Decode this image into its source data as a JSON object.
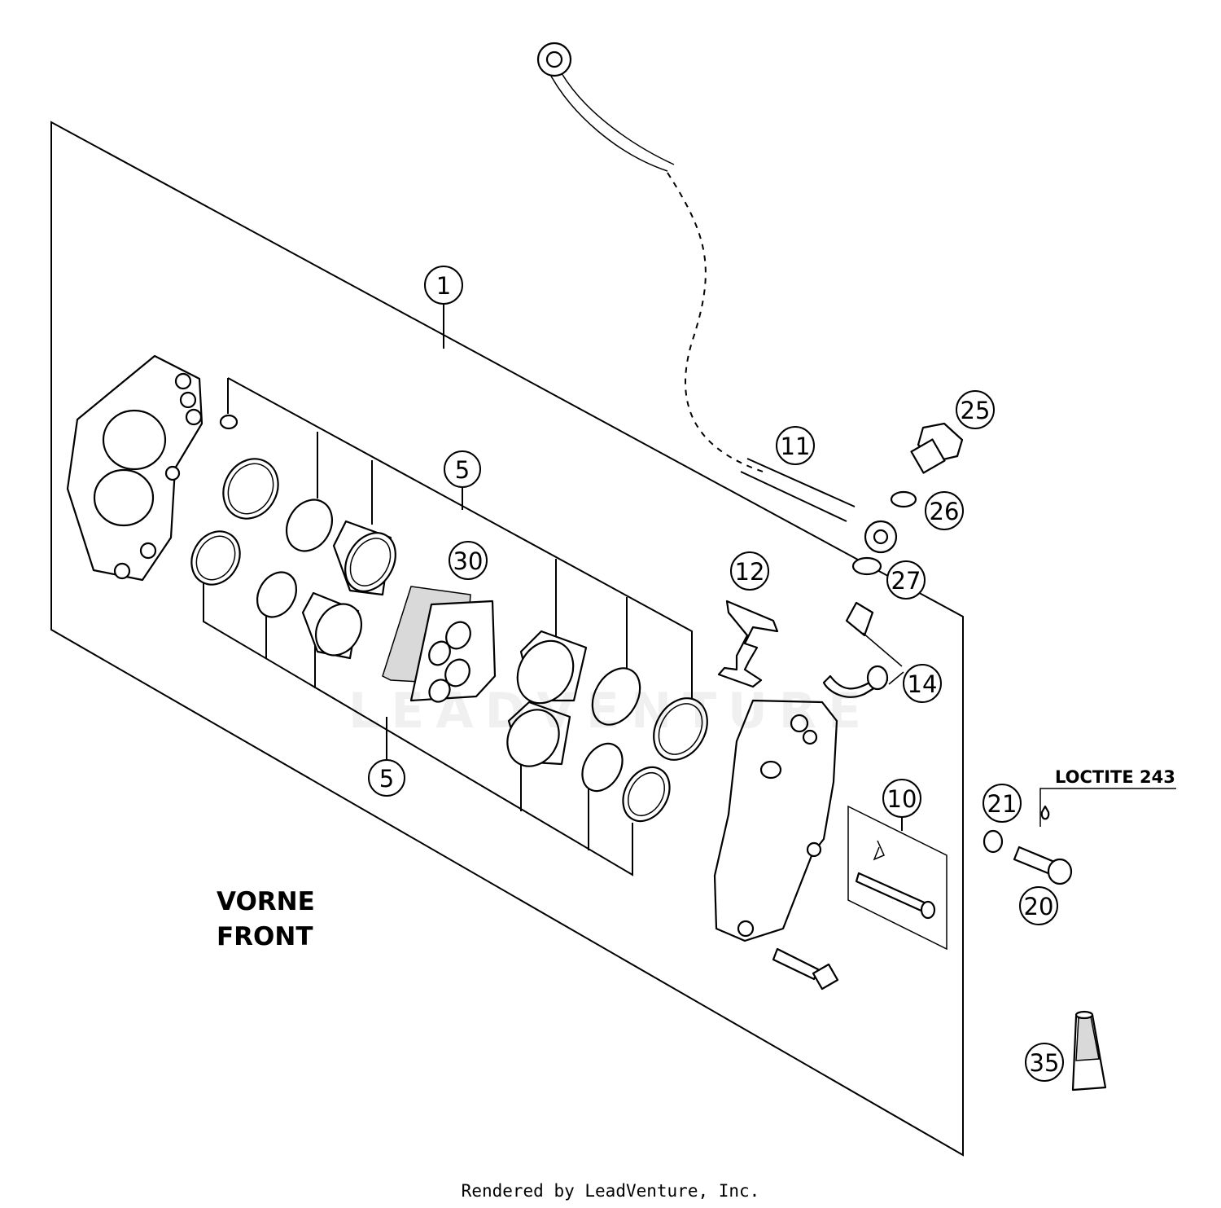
{
  "diagram": {
    "callouts": [
      "1",
      "5",
      "5",
      "30",
      "11",
      "25",
      "26",
      "27",
      "12",
      "14",
      "10",
      "21",
      "20",
      "35"
    ],
    "loctite_label": "LOCTITE 243",
    "view_label_de": "VORNE",
    "view_label_en": "FRONT",
    "watermark": "LEADVENTURE"
  },
  "footer": {
    "rendered_by": "Rendered by LeadVenture, Inc."
  }
}
